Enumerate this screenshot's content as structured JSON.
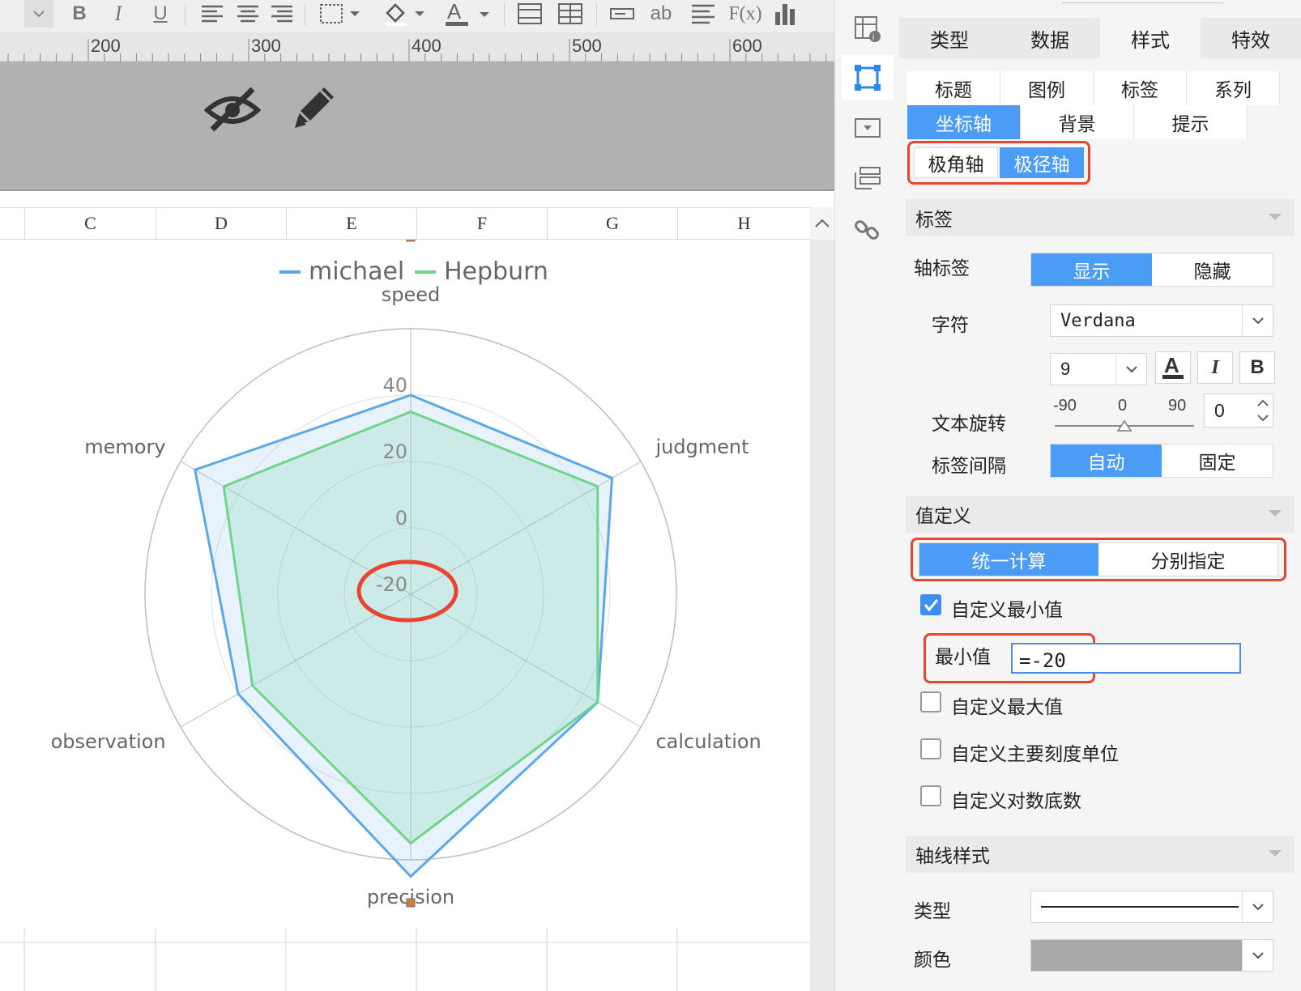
{
  "ruler": {
    "marks": [
      "200",
      "300",
      "400",
      "500",
      "600"
    ]
  },
  "columns": [
    "C",
    "D",
    "E",
    "F",
    "G",
    "H"
  ],
  "chart_data": {
    "type": "radar",
    "title": "",
    "categories": [
      "speed",
      "judgment",
      "calculation",
      "precision",
      "observation",
      "memory"
    ],
    "series": [
      {
        "name": "michael",
        "color": "#5aa8ea",
        "values": [
          40,
          50,
          45,
          65,
          40,
          55
        ]
      },
      {
        "name": "Hepburn",
        "color": "#6fd58b",
        "values": [
          35,
          45,
          45,
          55,
          35,
          45
        ]
      }
    ],
    "radial_axis": {
      "min": -20,
      "max": 60,
      "tick_labels": [
        "-20",
        "0",
        "20",
        "40"
      ]
    },
    "legend_position": "top"
  },
  "side_tabs": [
    "类型",
    "数据",
    "样式",
    "特效"
  ],
  "sub_tabs_row1": [
    "标题",
    "图例",
    "标签",
    "系列"
  ],
  "sub_tabs_row2": [
    "坐标轴",
    "背景",
    "提示"
  ],
  "axis_tabs": [
    "极角轴",
    "极径轴"
  ],
  "label_section": {
    "title": "标签",
    "axis_label": "轴标签",
    "show": "显示",
    "hide": "隐藏",
    "font_label": "字符",
    "font_value": "Verdana",
    "size_value": "9",
    "bold": "B",
    "italic": "I",
    "color_a": "A",
    "rotate_label": "文本旋转",
    "rotate_min": "-90",
    "rotate_mid": "0",
    "rotate_max": "90",
    "rotate_value": "0",
    "interval_label": "标签间隔",
    "auto": "自动",
    "fixed": "固定"
  },
  "value_section": {
    "title": "值定义",
    "unified": "统一计算",
    "separate": "分别指定",
    "custom_min": "自定义最小值",
    "min_label": "最小值",
    "min_value": "=-20",
    "custom_max": "自定义最大值",
    "custom_major": "自定义主要刻度单位",
    "custom_log": "自定义对数底数"
  },
  "axis_style_section": {
    "title": "轴线样式",
    "type_label": "类型",
    "color_label": "颜色"
  }
}
